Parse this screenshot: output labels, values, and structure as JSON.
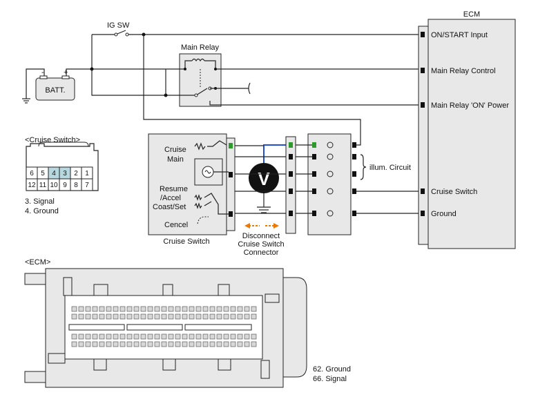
{
  "ecm": {
    "title": "ECM",
    "pins": [
      "ON/START Input",
      "Main Relay Control",
      "Main Relay 'ON' Power",
      "Cruise Switch",
      "Ground"
    ]
  },
  "ig_sw": "IG SW",
  "battery": {
    "label": "BATT.",
    "neg": "-",
    "pos": "+"
  },
  "main_relay": "Main Relay",
  "cruise_switch": {
    "caption": "Cruise Switch",
    "main_1": "Cruise",
    "main_2": "Main",
    "resume_1": "Resume",
    "resume_2": "/Accel",
    "coast": "Coast/Set",
    "cancel": "Cencel"
  },
  "voltmeter": "V",
  "illum_circuit": "illum. Circuit",
  "disconnect": [
    "Disconnect",
    "Cruise Switch",
    "Connector"
  ],
  "connector_view": {
    "title": "<Cruise Switch>",
    "top_row": [
      "6",
      "5",
      "4",
      "3",
      "2",
      "1"
    ],
    "bottom_row": [
      "12",
      "11",
      "10",
      "9",
      "8",
      "7"
    ],
    "note_1": "3. Signal",
    "note_2": "4. Ground",
    "highlight": "#b8d8e0"
  },
  "ecm_view": {
    "title": "<ECM>",
    "note_1": "62. Ground",
    "note_2": "66. Signal"
  },
  "colors": {
    "probe_wire": "#1f4fd0",
    "pin_highlight": "#2e9a2e",
    "arrow": "#ee7700"
  }
}
